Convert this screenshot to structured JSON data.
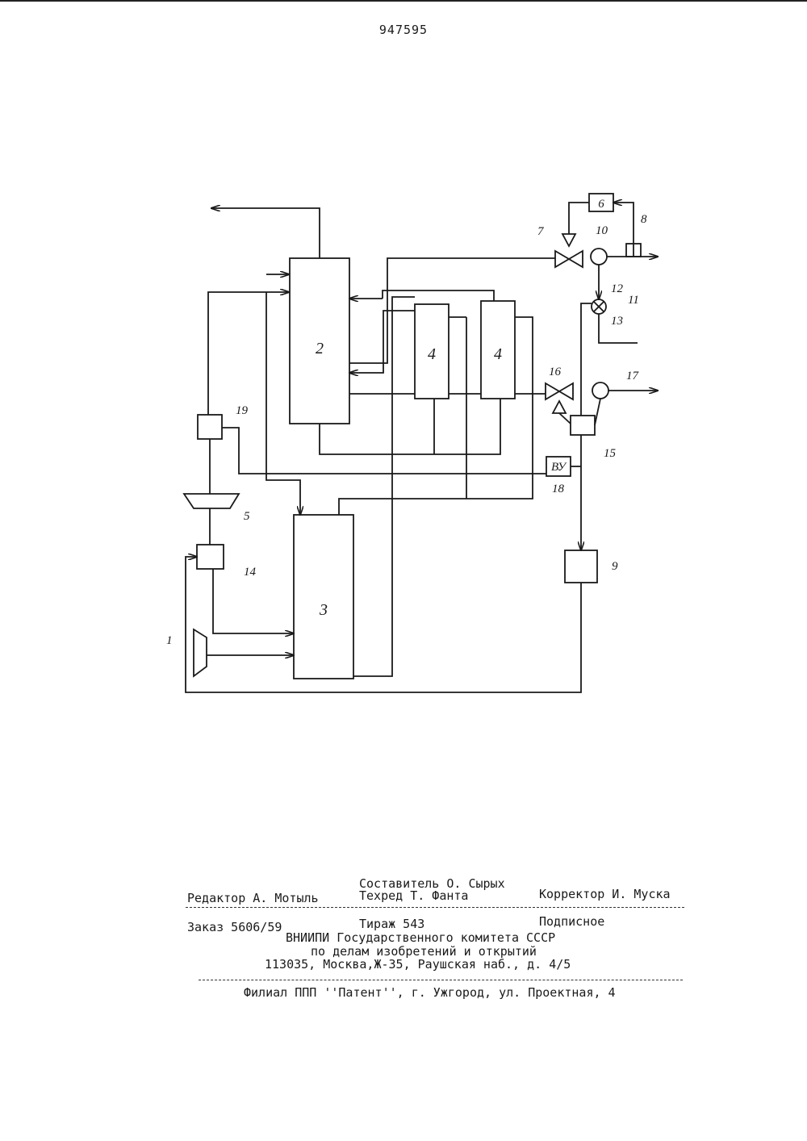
{
  "header": {
    "patent_number": "947595"
  },
  "diagram": {
    "blocks": {
      "b2": "2",
      "b3": "3",
      "b4a": "4",
      "b4b": "4",
      "b6": "6",
      "b8": "8",
      "b9": "9",
      "b14": "14",
      "b15": "15",
      "b18": "ВУ",
      "b19": "19"
    },
    "labels": {
      "l1": "1",
      "l5": "5",
      "l7": "7",
      "l8": "8",
      "l10": "10",
      "l11": "11",
      "l12": "12",
      "l13": "13",
      "l14": "14",
      "l15": "15",
      "l16": "16",
      "l17": "17",
      "l18": "18",
      "l19": "19",
      "l9": "9"
    }
  },
  "colophon": {
    "compiler": "Составитель О. Сырых",
    "editor": "Редактор А. Мотыль",
    "techred": "Техред Т. Фанта",
    "corrector": "Корректор И. Муска",
    "order": "Заказ 5606/59",
    "circulation": "Тираж 543",
    "subscription": "Подписное",
    "org_line1": "ВНИИПИ Государственного комитета СССР",
    "org_line2": "по делам изобретений и открытий",
    "address": "113035, Москва,Ж-35, Раушская наб., д. 4/5",
    "branch": "Филиал ППП ''Патент'', г. Ужгород, ул. Проектная, 4"
  }
}
